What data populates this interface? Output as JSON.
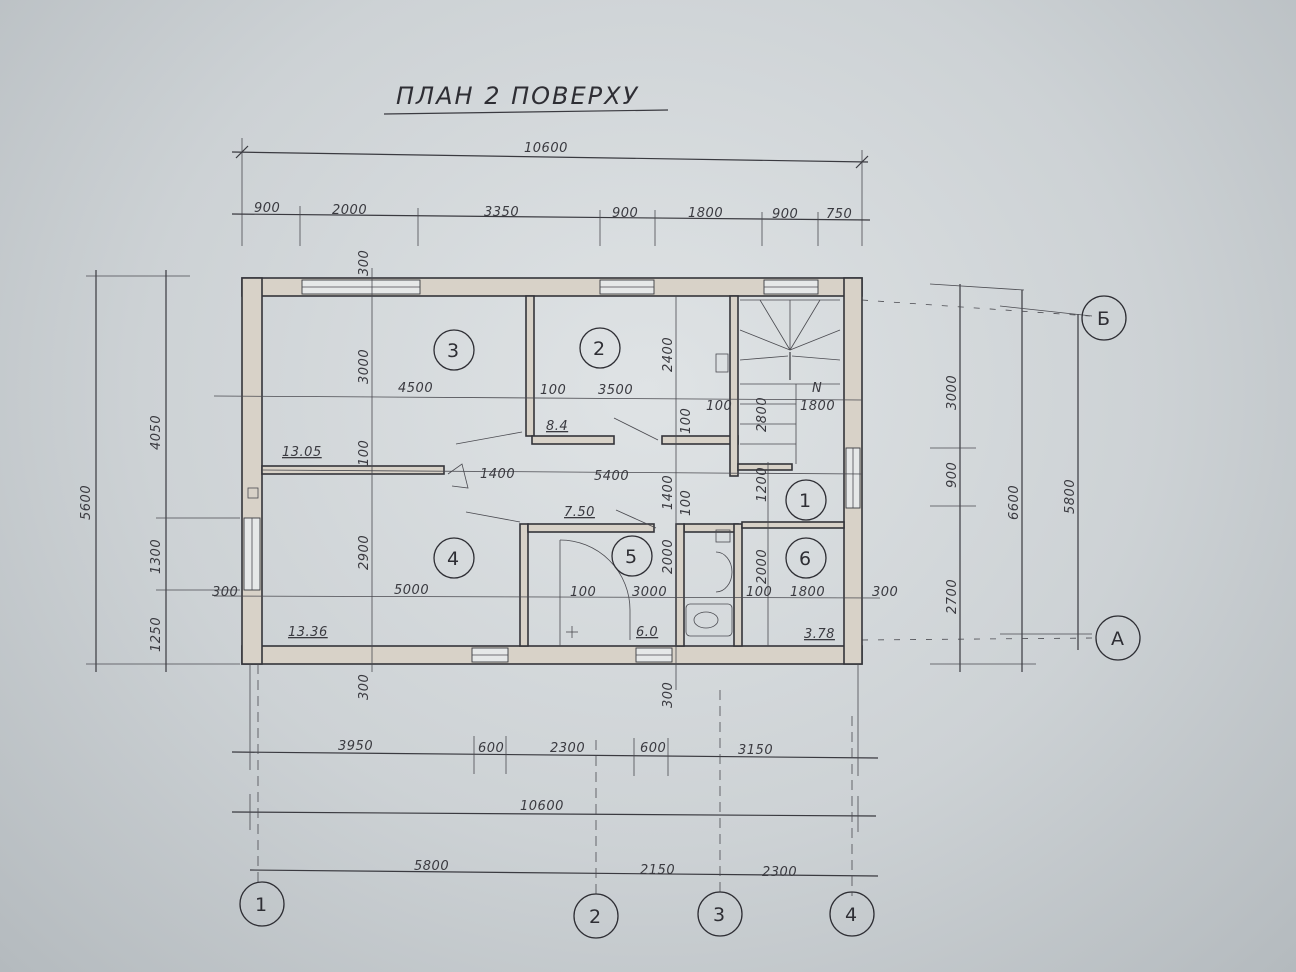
{
  "title": "ПЛАН 2 ПОВЕРХУ",
  "top_dims": {
    "overall": "10600",
    "segments": [
      "900",
      "2000",
      "3350",
      "900",
      "1800",
      "900",
      "750"
    ]
  },
  "bottom_dims": {
    "segments": [
      "3950",
      "600",
      "2300",
      "600",
      "3150"
    ],
    "overall": "10600",
    "axes": [
      "5800",
      "2150",
      "2300"
    ]
  },
  "left_dims": {
    "overall": "5600",
    "segments": [
      "4050",
      "1300",
      "1250"
    ]
  },
  "right_dims": {
    "segments": [
      "3000",
      "900",
      "2700"
    ],
    "total_a": "6600",
    "total_b": "5800"
  },
  "axes": {
    "horizontal": [
      "1",
      "2",
      "3",
      "4"
    ],
    "vertical": [
      "Б",
      "А"
    ]
  },
  "rooms": [
    {
      "num": "3",
      "area": "13.05"
    },
    {
      "num": "2",
      "area": "8.4"
    },
    {
      "num": "4",
      "area": "13.36"
    },
    {
      "num": "5",
      "area": "6.0"
    },
    {
      "num": "1",
      "area": "7.50"
    },
    {
      "num": "6",
      "area": "3.78"
    }
  ],
  "inner_dims": {
    "d4500": "4500",
    "d100a": "100",
    "d3500": "3500",
    "d2400": "2400",
    "d3000v": "3000",
    "d300t": "300",
    "d100b": "100",
    "d100c": "100",
    "d2800": "2800",
    "d1800a": "1800",
    "d100v": "100",
    "d1400": "1400",
    "d5400": "5400",
    "d1400v": "1400",
    "d100d": "100",
    "d1200": "1200",
    "d2900": "2900",
    "d5000": "5000",
    "d100e": "100",
    "d3000": "3000",
    "d2000a": "2000",
    "d2000b": "2000",
    "d100f": "100",
    "d1800b": "1800",
    "d300l": "300",
    "d300r": "300",
    "d300b1": "300",
    "d300b2": "300"
  },
  "north": "N"
}
